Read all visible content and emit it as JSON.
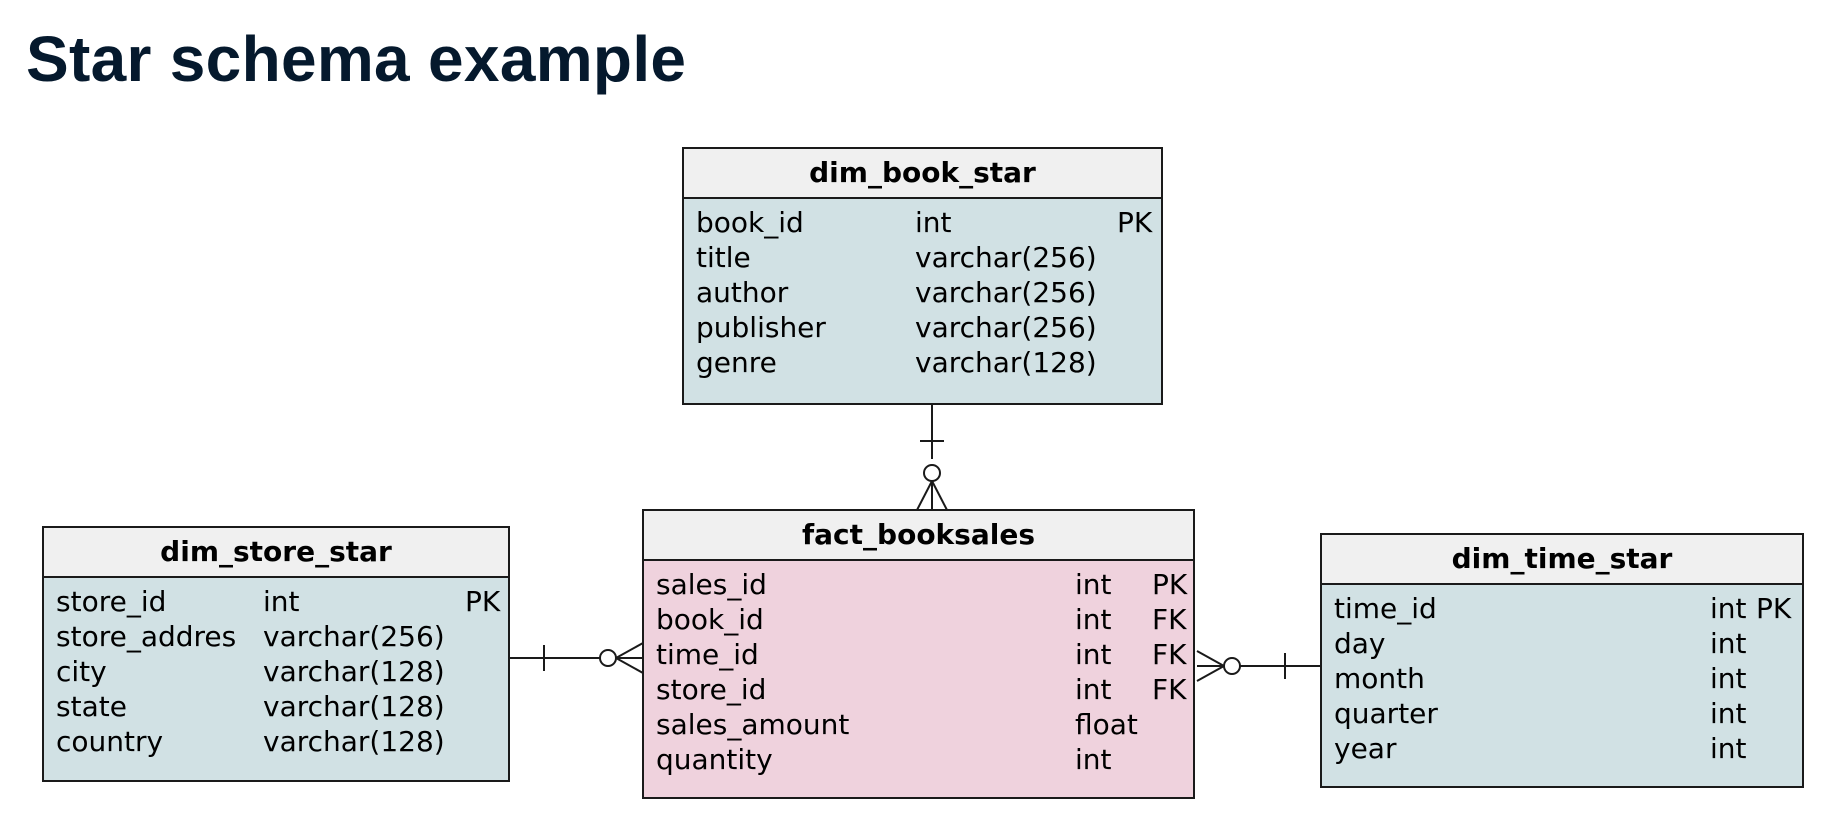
{
  "title": "Star schema example",
  "colors": {
    "title": "#05192d",
    "header_bg": "#f0f0f0",
    "dim_body": "#d1e1e4",
    "fact_body": "#efd2dd",
    "border": "#1a1a1a"
  },
  "tables": {
    "book": {
      "name": "dim_book_star",
      "columns": [
        {
          "name": "book_id",
          "type": "int",
          "key": "PK"
        },
        {
          "name": "title",
          "type": "varchar(256)",
          "key": ""
        },
        {
          "name": "author",
          "type": "varchar(256)",
          "key": ""
        },
        {
          "name": "publisher",
          "type": "varchar(256)",
          "key": ""
        },
        {
          "name": "genre",
          "type": "varchar(128)",
          "key": ""
        }
      ]
    },
    "store": {
      "name": "dim_store_star",
      "columns": [
        {
          "name": "store_id",
          "type": "int",
          "key": "PK"
        },
        {
          "name": "store_addres",
          "type": "varchar(256)",
          "key": ""
        },
        {
          "name": "city",
          "type": "varchar(128)",
          "key": ""
        },
        {
          "name": "state",
          "type": "varchar(128)",
          "key": ""
        },
        {
          "name": "country",
          "type": "varchar(128)",
          "key": ""
        }
      ]
    },
    "fact": {
      "name": "fact_booksales",
      "columns": [
        {
          "name": "sales_id",
          "type": "int",
          "key": "PK"
        },
        {
          "name": "book_id",
          "type": "int",
          "key": "FK"
        },
        {
          "name": "time_id",
          "type": "int",
          "key": "FK"
        },
        {
          "name": "store_id",
          "type": "int",
          "key": "FK"
        },
        {
          "name": "sales_amount",
          "type": "float",
          "key": ""
        },
        {
          "name": "quantity",
          "type": "int",
          "key": ""
        }
      ]
    },
    "time": {
      "name": "dim_time_star",
      "columns": [
        {
          "name": "time_id",
          "type": "int",
          "key": "PK"
        },
        {
          "name": "day",
          "type": "int",
          "key": ""
        },
        {
          "name": "month",
          "type": "int",
          "key": ""
        },
        {
          "name": "quarter",
          "type": "int",
          "key": ""
        },
        {
          "name": "year",
          "type": "int",
          "key": ""
        }
      ]
    }
  },
  "relationships": [
    {
      "from": "dim_book_star",
      "to": "fact_booksales",
      "cardinality": "one-to-zero-or-many"
    },
    {
      "from": "dim_store_star",
      "to": "fact_booksales",
      "cardinality": "one-to-zero-or-many"
    },
    {
      "from": "dim_time_star",
      "to": "fact_booksales",
      "cardinality": "one-to-zero-or-many"
    }
  ]
}
